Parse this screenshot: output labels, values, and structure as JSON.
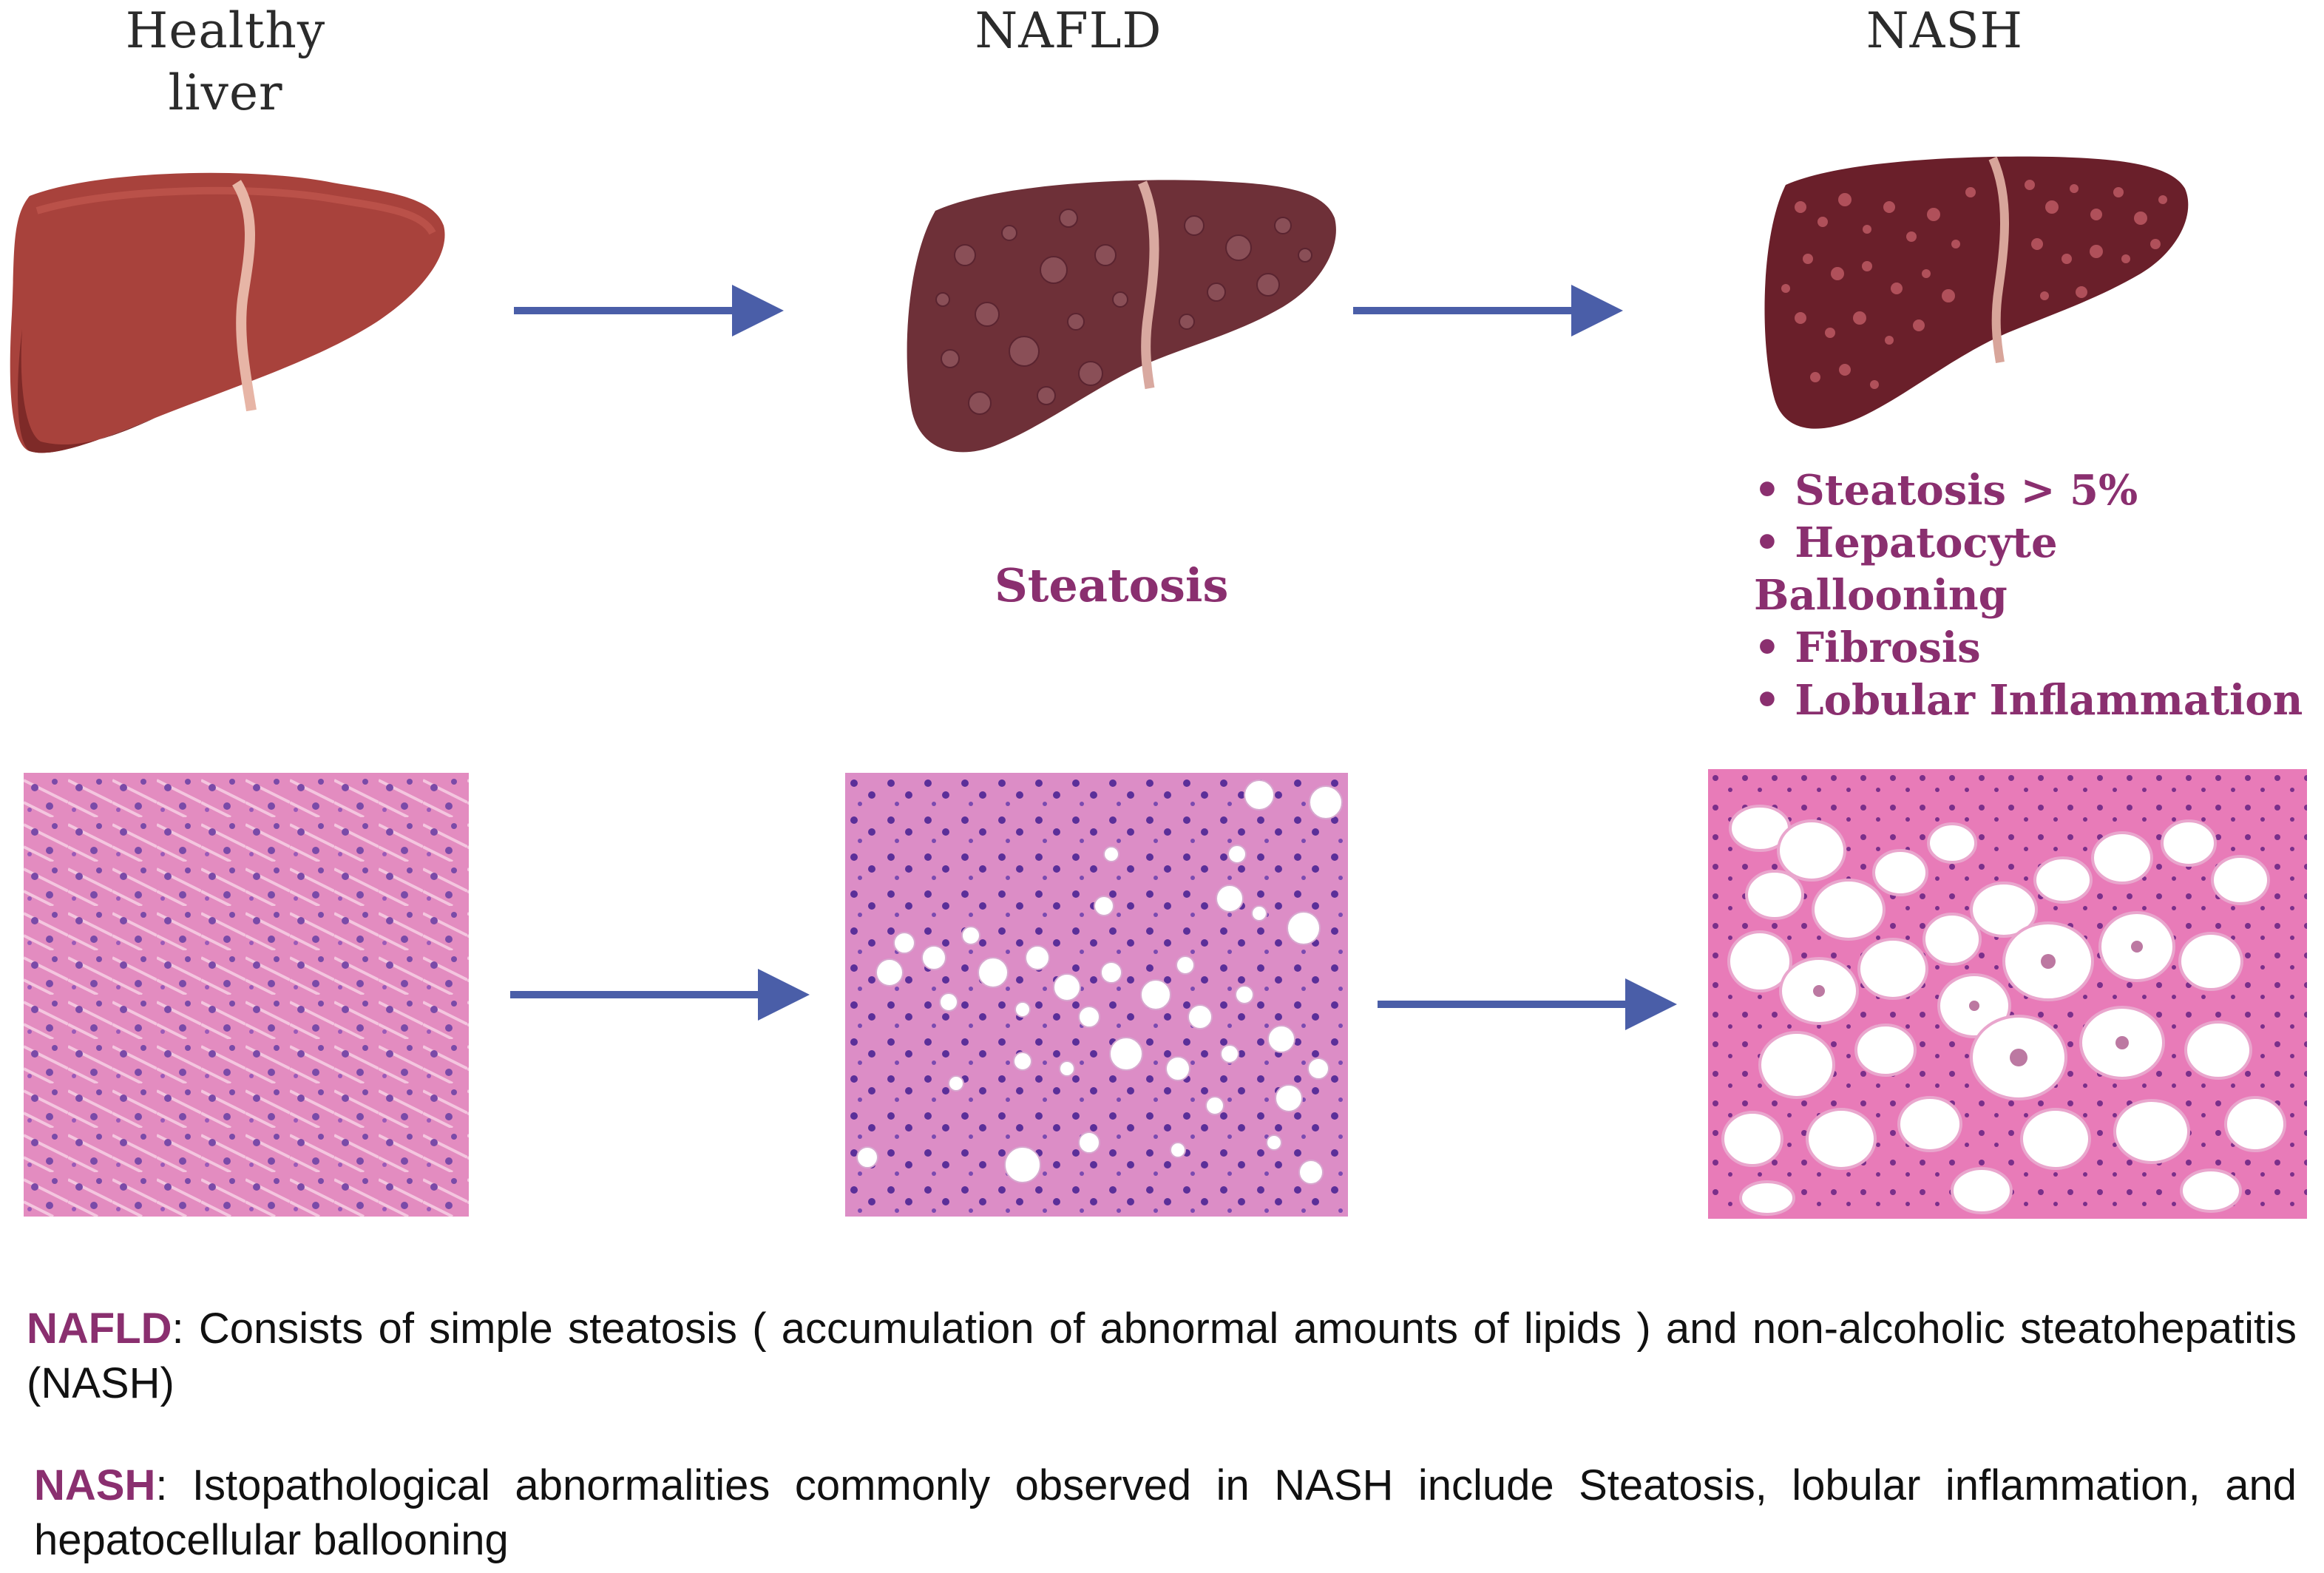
{
  "stages": [
    {
      "title_line1": "Healthy",
      "title_line2": "liver"
    },
    {
      "title_line1": "NAFLD"
    },
    {
      "title_line1": "NASH"
    }
  ],
  "nafld_label": "Steatosis",
  "nash_features": [
    "Steatosis > 5%",
    "Hepatocyte Ballooning",
    "Fibrosis",
    "Lobular Inflammation"
  ],
  "captions": [
    {
      "term": "NAFLD",
      "text": ": Consists of simple steatosis ( accumulation of abnormal amounts of lipids ) and non-alcoholic steatohepatitis (NASH)"
    },
    {
      "term": "NASH",
      "text": ": Istopathological abnormalities commonly observed in NASH include Steatosis, lobular inflammation, and hepatocellular ballooning"
    }
  ],
  "colors": {
    "accent": "#8a2f6f",
    "arrow": "#4a5ea8",
    "healthy_liver": "#a8423c",
    "nafld_liver": "#6e3038",
    "nash_liver": "#6a1f2a",
    "he_stain_pink": "#e58fc2",
    "nuclei": "#6b3fa0"
  }
}
